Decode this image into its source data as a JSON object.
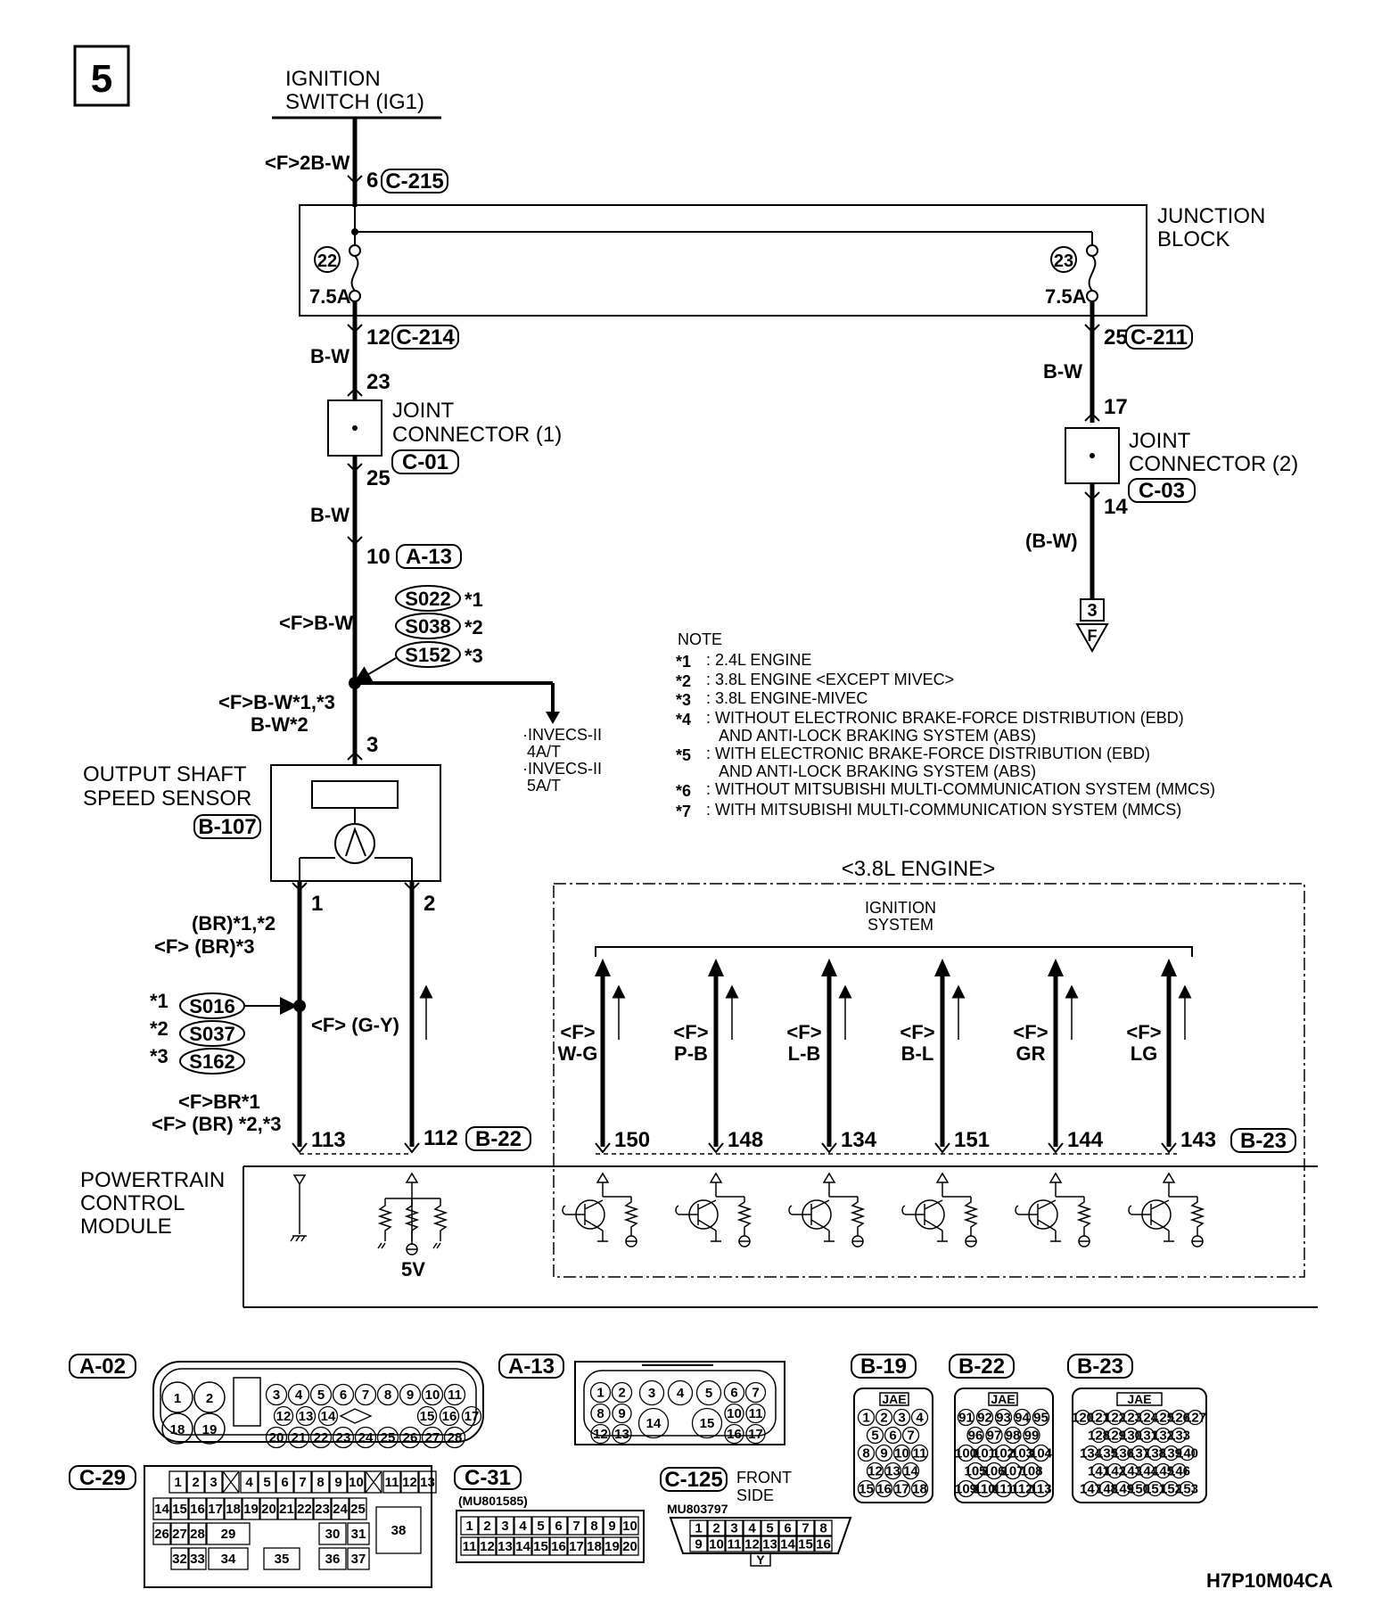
{
  "page_number": "5",
  "ignition_switch": {
    "line1": "IGNITION",
    "line2": "SWITCH (IG1)"
  },
  "junction_block": {
    "line1": "JUNCTION",
    "line2": "BLOCK"
  },
  "fuses": [
    {
      "number": "22",
      "rating": "7.5A"
    },
    {
      "number": "23",
      "rating": "7.5A"
    }
  ],
  "wires": {
    "f_2b_w": "<F>2B-W",
    "b_w_1": "B-W",
    "b_w_2": "B-W",
    "f_b_w": "<F>B-W",
    "b_w_right": "B-W",
    "b_w_paren": "(B-W)",
    "f_b_w_star13": "<F>B-W*1,*3",
    "b_w_star2": "B-W*2",
    "br_star12": "(BR)*1,*2",
    "f_br_star3": "<F> (BR)*3",
    "f_g_y": "<F> (G-Y)",
    "f_br_star1": "<F>BR*1",
    "f_br_star23": "<F> (BR) *2,*3"
  },
  "connectors": {
    "c215": "C-215",
    "c214": "C-214",
    "c211": "C-211",
    "c01": "C-01",
    "c03": "C-03",
    "a13": "A-13",
    "b107": "B-107",
    "b22": "B-22",
    "b23": "B-23"
  },
  "pins": {
    "p6": "6",
    "p12": "12",
    "p25r": "25",
    "p23": "23",
    "p25": "25",
    "p17": "17",
    "p14": "14",
    "p10": "10",
    "p3": "3",
    "p1": "1",
    "p2": "2",
    "p113": "113",
    "p112": "112"
  },
  "joint_connector_1": {
    "line1": "JOINT",
    "line2": "CONNECTOR (1)"
  },
  "joint_connector_2": {
    "line1": "JOINT",
    "line2": "CONNECTOR (2)"
  },
  "splices_top": [
    {
      "id": "S022",
      "note": "*1"
    },
    {
      "id": "S038",
      "note": "*2"
    },
    {
      "id": "S152",
      "note": "*3"
    }
  ],
  "splices_bottom": [
    {
      "id": "S016",
      "note": "*1"
    },
    {
      "id": "S037",
      "note": "*2"
    },
    {
      "id": "S162",
      "note": "*3"
    }
  ],
  "invecs": {
    "line1": "·INVECS-II",
    "line2": "4A/T",
    "line3": "·INVECS-II",
    "line4": "5A/T"
  },
  "ref_box": {
    "number": "3",
    "letter": "F"
  },
  "note": {
    "title": "NOTE",
    "items": [
      {
        "key": "*1",
        "text": ": 2.4L ENGINE"
      },
      {
        "key": "*2",
        "text": ": 3.8L ENGINE <EXCEPT MIVEC>"
      },
      {
        "key": "*3",
        "text": ": 3.8L ENGINE-MIVEC"
      },
      {
        "key": "*4",
        "text": ": WITHOUT ELECTRONIC BRAKE-FORCE DISTRIBUTION (EBD)",
        "text2": "AND ANTI-LOCK BRAKING SYSTEM (ABS)"
      },
      {
        "key": "*5",
        "text": ": WITH ELECTRONIC BRAKE-FORCE DISTRIBUTION (EBD)",
        "text2": "AND ANTI-LOCK BRAKING SYSTEM (ABS)"
      },
      {
        "key": "*6",
        "text": ": WITHOUT MITSUBISHI MULTI-COMMUNICATION SYSTEM (MMCS)"
      },
      {
        "key": "*7",
        "text": ": WITH MITSUBISHI MULTI-COMMUNICATION SYSTEM (MMCS)"
      }
    ]
  },
  "output_shaft_sensor": {
    "line1": "OUTPUT SHAFT",
    "line2": "SPEED SENSOR"
  },
  "engine_38": "<3.8L ENGINE>",
  "ignition_system": {
    "line1": "IGNITION",
    "line2": "SYSTEM"
  },
  "ignition_wires": [
    {
      "f": "<F>",
      "color": "W-G",
      "pin": "150"
    },
    {
      "f": "<F>",
      "color": "P-B",
      "pin": "148"
    },
    {
      "f": "<F>",
      "color": "L-B",
      "pin": "134"
    },
    {
      "f": "<F>",
      "color": "B-L",
      "pin": "151"
    },
    {
      "f": "<F>",
      "color": "GR",
      "pin": "144"
    },
    {
      "f": "<F>",
      "color": "LG",
      "pin": "143"
    }
  ],
  "pcm": {
    "line1": "POWERTRAIN",
    "line2": "CONTROL",
    "line3": "MODULE",
    "voltage": "5V"
  },
  "connector_views": {
    "a02": {
      "label": "A-02",
      "big": [
        "1",
        "2",
        "18",
        "19"
      ],
      "row1": [
        "3",
        "4",
        "5",
        "6",
        "7",
        "8",
        "9",
        "10",
        "11"
      ],
      "row2": [
        "12",
        "13",
        "14",
        "15",
        "16",
        "17"
      ],
      "row3": [
        "20",
        "21",
        "22",
        "23",
        "24",
        "25",
        "26",
        "27",
        "28"
      ]
    },
    "a13": {
      "label": "A-13",
      "row1": [
        "1",
        "2",
        "3",
        "4",
        "5",
        "6",
        "7"
      ],
      "row2": [
        "8",
        "9",
        "10",
        "11"
      ],
      "row3": [
        "12",
        "13",
        "14",
        "15",
        "16",
        "17"
      ]
    },
    "b19": {
      "label": "B-19",
      "jae": "JAE",
      "rows": [
        [
          "1",
          "2",
          "3",
          "4"
        ],
        [
          "5",
          "6",
          "7"
        ],
        [
          "8",
          "9",
          "10",
          "11"
        ],
        [
          "12",
          "13",
          "14"
        ],
        [
          "15",
          "16",
          "17",
          "18"
        ]
      ]
    },
    "b22": {
      "label": "B-22",
      "jae": "JAE",
      "rows": [
        [
          "91",
          "92",
          "93",
          "94",
          "95"
        ],
        [
          "96",
          "97",
          "98",
          "99"
        ],
        [
          "100",
          "101",
          "102",
          "103",
          "104"
        ],
        [
          "105",
          "106",
          "107",
          "108"
        ],
        [
          "109",
          "110",
          "111",
          "112",
          "113"
        ]
      ]
    },
    "b23": {
      "label": "B-23",
      "jae": "JAE",
      "rows": [
        [
          "120",
          "121",
          "122",
          "123",
          "124",
          "125",
          "126",
          "127"
        ],
        [
          "128",
          "129",
          "130",
          "131",
          "132",
          "133"
        ],
        [
          "134",
          "135",
          "136",
          "137",
          "138",
          "139",
          "140"
        ],
        [
          "141",
          "142",
          "143",
          "144",
          "145",
          "146"
        ],
        [
          "147",
          "148",
          "149",
          "150",
          "151",
          "152",
          "153"
        ]
      ]
    },
    "c29": {
      "label": "C-29",
      "row1": [
        "1",
        "2",
        "3",
        "4",
        "5",
        "6",
        "7",
        "8",
        "9",
        "10",
        "11",
        "12",
        "13"
      ],
      "row2": [
        "14",
        "15",
        "16",
        "17",
        "18",
        "19",
        "20",
        "21",
        "22",
        "23",
        "24",
        "25"
      ],
      "row3": [
        "26",
        "27",
        "28",
        "29",
        "30",
        "31"
      ],
      "row4": [
        "32",
        "33",
        "34",
        "35",
        "36",
        "37"
      ],
      "big": "38"
    },
    "c31": {
      "label": "C-31",
      "part": "(MU801585)",
      "row1": [
        "1",
        "2",
        "3",
        "4",
        "5",
        "6",
        "7",
        "8",
        "9",
        "10"
      ],
      "row2": [
        "11",
        "12",
        "13",
        "14",
        "15",
        "16",
        "17",
        "18",
        "19",
        "20"
      ]
    },
    "c125": {
      "label": "C-125",
      "side1": "FRONT",
      "side2": "SIDE",
      "part": "MU803797",
      "row1": [
        "1",
        "2",
        "3",
        "4",
        "5",
        "6",
        "7",
        "8"
      ],
      "row2": [
        "9",
        "10",
        "11",
        "12",
        "13",
        "14",
        "15",
        "16"
      ],
      "key": "Y"
    }
  },
  "figure_code": "H7P10M04CA"
}
